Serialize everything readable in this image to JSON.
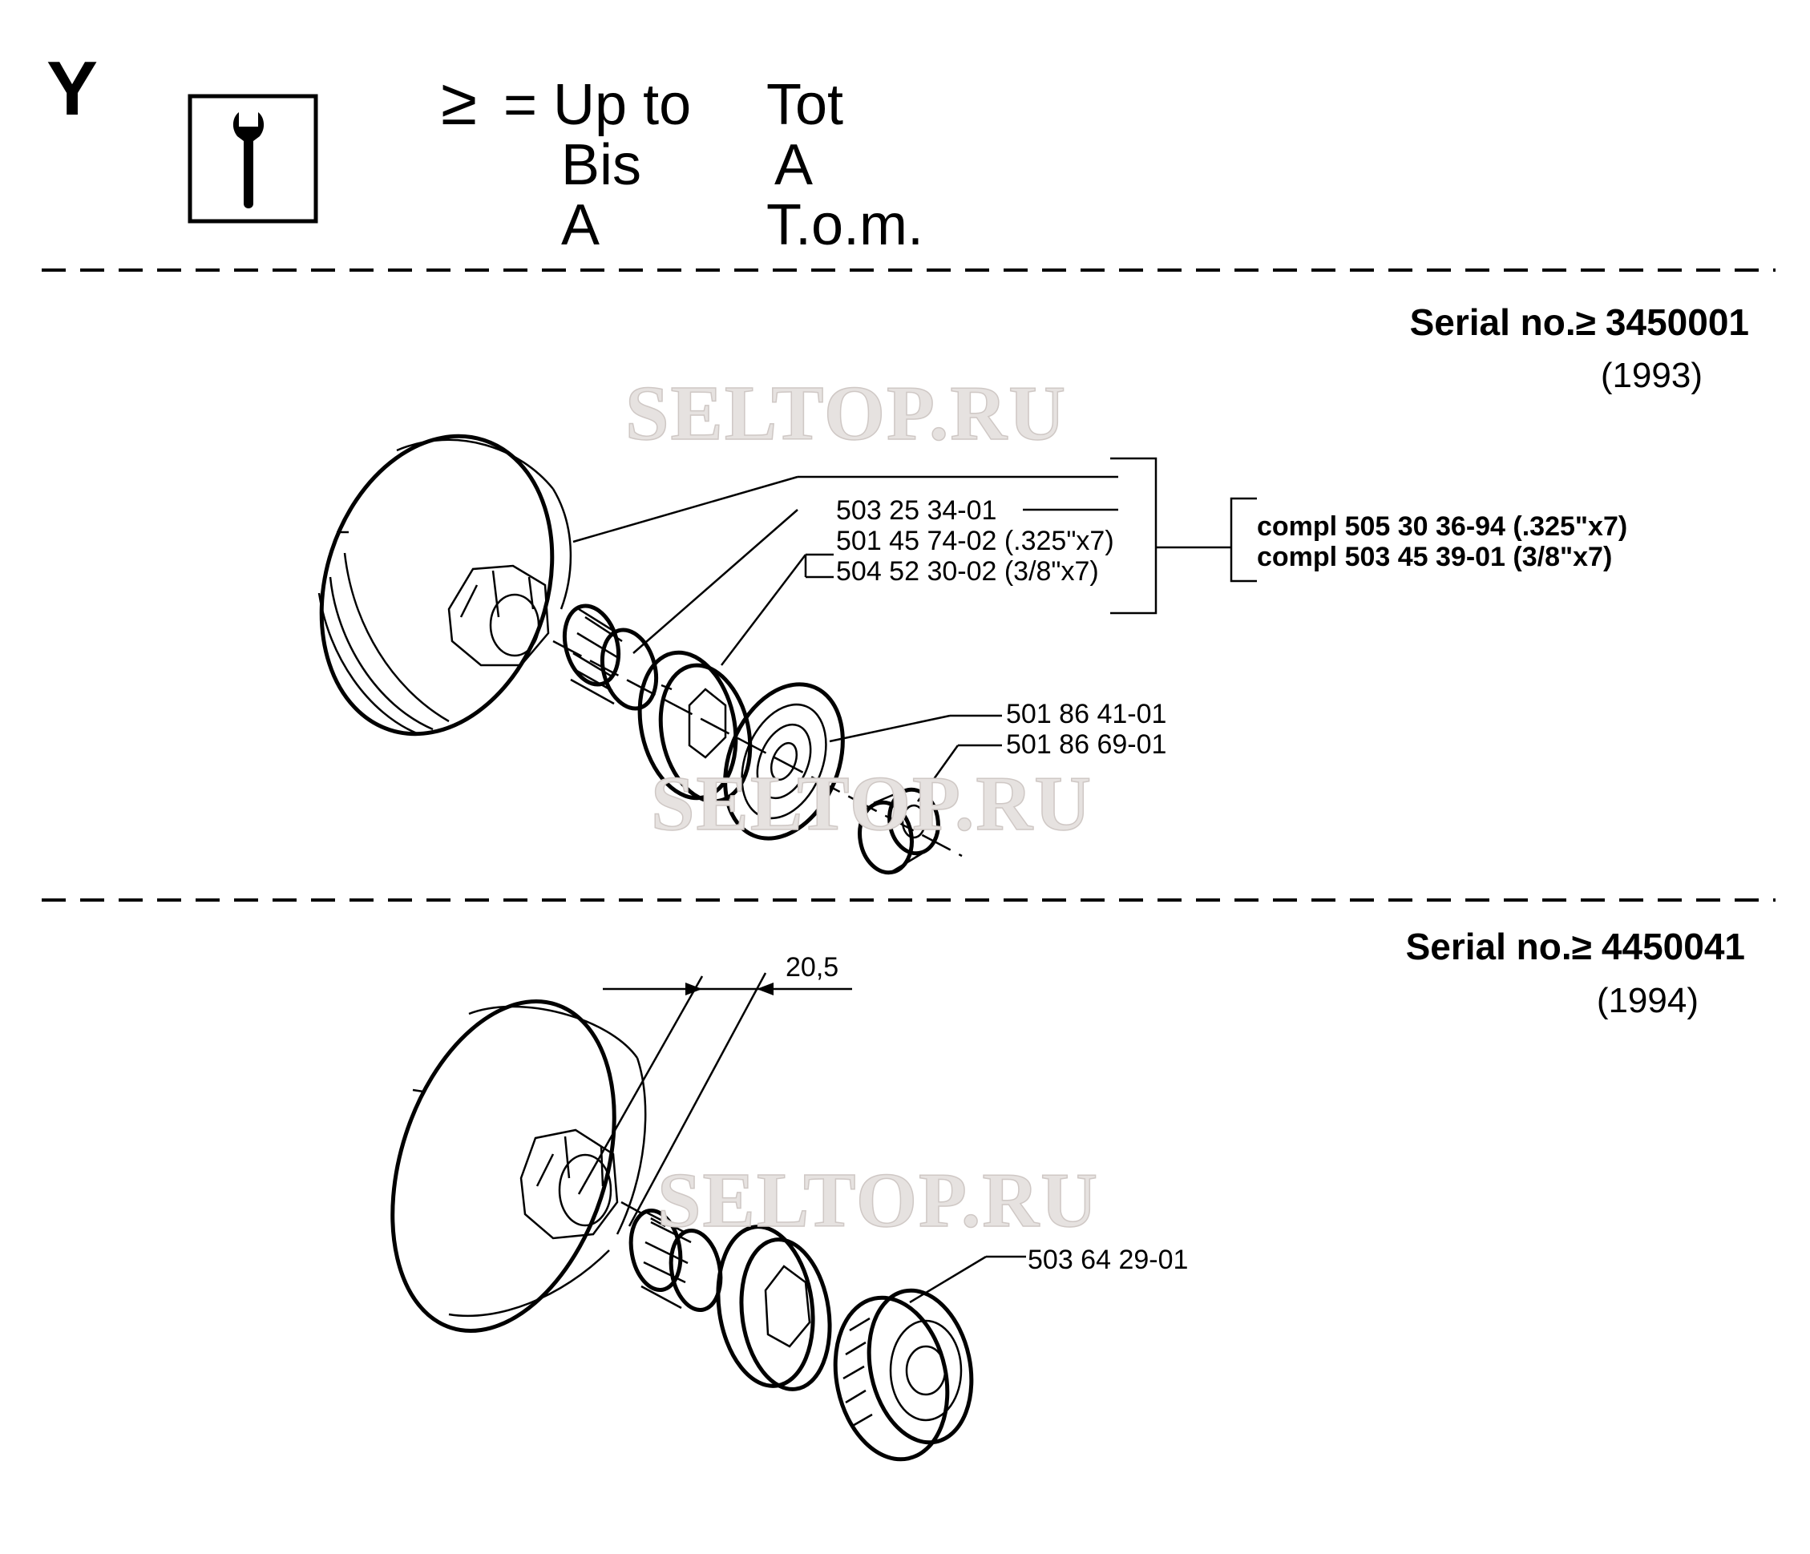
{
  "header": {
    "section_letter": "Y",
    "icon": "wrench-icon",
    "legend_symbol": "≥",
    "legend_rows": [
      [
        "= Up to",
        "Tot"
      ],
      [
        "Bis",
        "A"
      ],
      [
        "A",
        "T.o.m."
      ]
    ]
  },
  "watermark": "SELTOP.RU",
  "sections": [
    {
      "serial_prefix": "Serial no.≥",
      "serial_number": "3450001",
      "year": "(1993)",
      "part_labels": [
        "503 25 34-01",
        "501 45 74-02 (.325\"x7)",
        "504 52 30-02 (3/8\"x7)",
        "501 86 41-01",
        "501 86 69-01"
      ],
      "kits": [
        "compl 505 30 36-94 (.325\"x7)",
        "compl 503 45 39-01 (3/8\"x7)"
      ]
    },
    {
      "serial_prefix": "Serial no.≥",
      "serial_number": "4450041",
      "year": "(1994)",
      "dimension": "20,5",
      "part_labels": [
        "503 64 29-01"
      ]
    }
  ]
}
